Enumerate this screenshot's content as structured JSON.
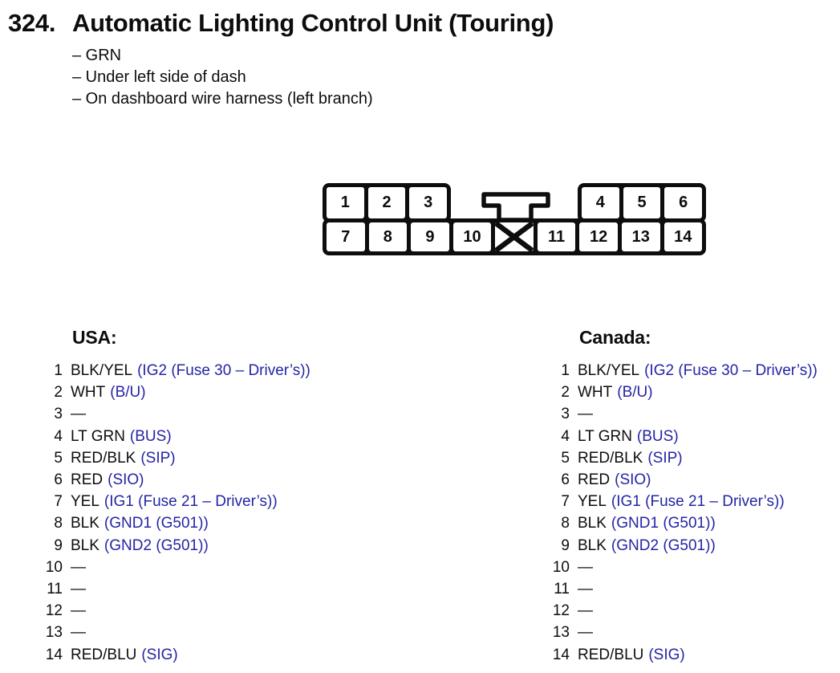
{
  "title": {
    "number": "324.",
    "text": "Automatic Lighting Control Unit (Touring)"
  },
  "notes": [
    "– GRN",
    "– Under left side of dash",
    "– On dashboard wire harness (left branch)"
  ],
  "connector": {
    "top_left_row": [
      "1",
      "2",
      "3"
    ],
    "top_right_row": [
      "4",
      "5",
      "6"
    ],
    "bottom_row": [
      "7",
      "8",
      "9",
      "10",
      "11",
      "12",
      "13",
      "14"
    ]
  },
  "columns": [
    {
      "header": "USA:",
      "pins": [
        {
          "num": "1",
          "wire": "BLK/YEL",
          "signal": "(IG2 (Fuse 30 – Driver’s))"
        },
        {
          "num": "2",
          "wire": "WHT",
          "signal": "(B/U)"
        },
        {
          "num": "3",
          "wire": "—",
          "signal": ""
        },
        {
          "num": "4",
          "wire": "LT GRN",
          "signal": "(BUS)"
        },
        {
          "num": "5",
          "wire": "RED/BLK",
          "signal": "(SIP)"
        },
        {
          "num": "6",
          "wire": "RED",
          "signal": "(SIO)"
        },
        {
          "num": "7",
          "wire": "YEL",
          "signal": "(IG1 (Fuse 21 – Driver’s))"
        },
        {
          "num": "8",
          "wire": "BLK",
          "signal": "(GND1 (G501))"
        },
        {
          "num": "9",
          "wire": "BLK",
          "signal": "(GND2 (G501))"
        },
        {
          "num": "10",
          "wire": "—",
          "signal": ""
        },
        {
          "num": "11",
          "wire": "—",
          "signal": ""
        },
        {
          "num": "12",
          "wire": "—",
          "signal": ""
        },
        {
          "num": "13",
          "wire": "—",
          "signal": ""
        },
        {
          "num": "14",
          "wire": "RED/BLU",
          "signal": "(SIG)"
        }
      ]
    },
    {
      "header": "Canada:",
      "pins": [
        {
          "num": "1",
          "wire": "BLK/YEL",
          "signal": "(IG2 (Fuse 30 – Driver’s))"
        },
        {
          "num": "2",
          "wire": "WHT",
          "signal": "(B/U)"
        },
        {
          "num": "3",
          "wire": "—",
          "signal": ""
        },
        {
          "num": "4",
          "wire": "LT GRN",
          "signal": "(BUS)"
        },
        {
          "num": "5",
          "wire": "RED/BLK",
          "signal": "(SIP)"
        },
        {
          "num": "6",
          "wire": "RED",
          "signal": "(SIO)"
        },
        {
          "num": "7",
          "wire": "YEL",
          "signal": "(IG1 (Fuse 21 – Driver’s))"
        },
        {
          "num": "8",
          "wire": "BLK",
          "signal": "(GND1 (G501))"
        },
        {
          "num": "9",
          "wire": "BLK",
          "signal": "(GND2 (G501))"
        },
        {
          "num": "10",
          "wire": "—",
          "signal": ""
        },
        {
          "num": "11",
          "wire": "—",
          "signal": ""
        },
        {
          "num": "12",
          "wire": "—",
          "signal": ""
        },
        {
          "num": "13",
          "wire": "—",
          "signal": ""
        },
        {
          "num": "14",
          "wire": "RED/BLU",
          "signal": "(SIG)"
        }
      ]
    }
  ],
  "colors": {
    "signal_blue": "#2424a6",
    "text_black": "#0d0d0d",
    "background": "#ffffff"
  }
}
